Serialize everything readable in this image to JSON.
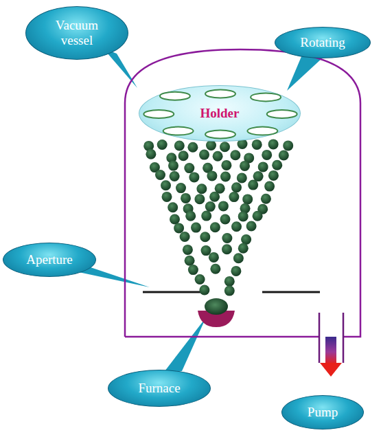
{
  "diagram": {
    "nodes": [
      {
        "text": [
          "Vacuum vessel"
        ]
      },
      {
        "text": [
          "Rotating"
        ]
      },
      {
        "text": [
          "Holder"
        ]
      },
      {
        "text": [
          "Aperture"
        ]
      },
      {
        "text": [
          "Furnace"
        ]
      },
      {
        "text": [
          "Pump"
        ]
      }
    ]
  }
}
